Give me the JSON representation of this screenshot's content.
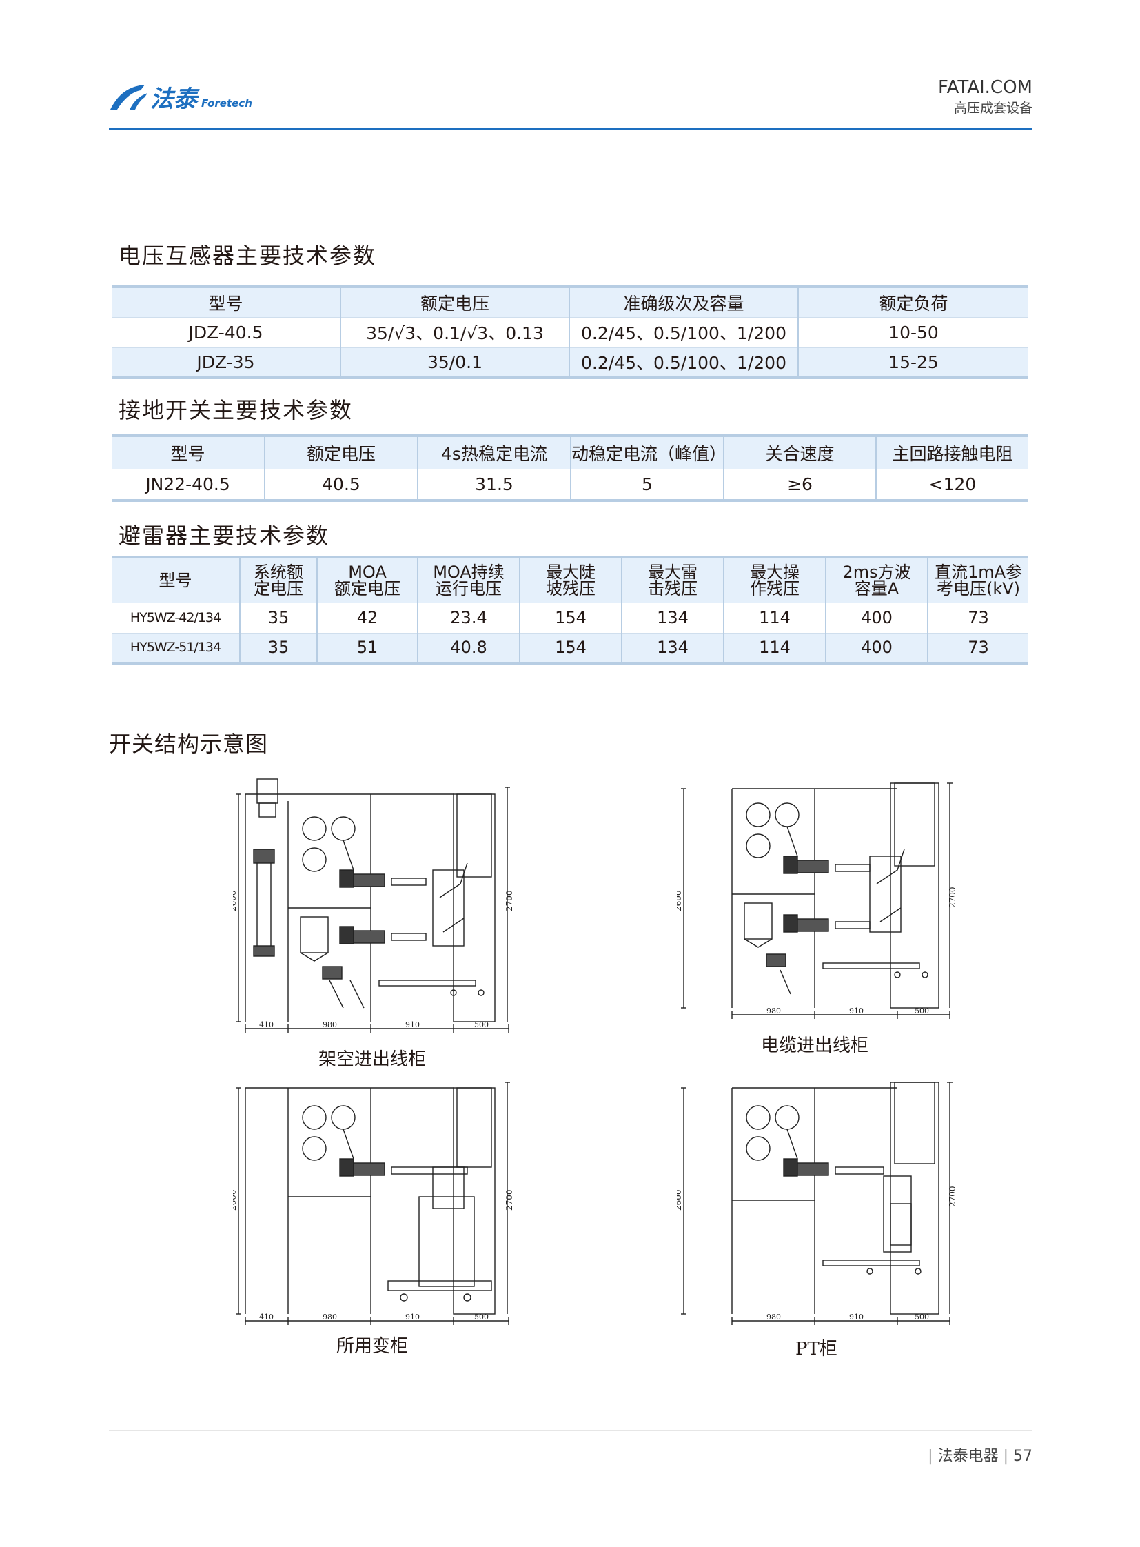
{
  "header": {
    "logo_cn": "法泰",
    "logo_en": "Foretech",
    "site": "FATAI.COM",
    "subtitle": "高压成套设备"
  },
  "section_vt": {
    "title": "电压互感器主要技术参数",
    "headers": [
      "型号",
      "额定电压",
      "准确级次及容量",
      "额定负荷"
    ],
    "rows": [
      [
        "JDZ-40.5",
        "35/√3、0.1/√3、0.13",
        "0.2/45、0.5/100、1/200",
        "10-50"
      ],
      [
        "JDZ-35",
        "35/0.1",
        "0.2/45、0.5/100、1/200",
        "15-25"
      ]
    ]
  },
  "section_es": {
    "title": "接地开关主要技术参数",
    "headers": [
      "型号",
      "额定电压",
      "4s热稳定电流",
      "动稳定电流（峰值）",
      "关合速度",
      "主回路接触电阻"
    ],
    "rows": [
      [
        "JN22-40.5",
        "40.5",
        "31.5",
        "5",
        "≥6",
        "<120"
      ]
    ]
  },
  "section_la": {
    "title": "避雷器主要技术参数",
    "headers": [
      [
        "型号"
      ],
      [
        "系统额",
        "定电压"
      ],
      [
        "MOA",
        "额定电压"
      ],
      [
        "MOA持续",
        "运行电压"
      ],
      [
        "最大陡",
        "坡残压"
      ],
      [
        "最大雷",
        "击残压"
      ],
      [
        "最大操",
        "作残压"
      ],
      [
        "2ms方波",
        "容量A"
      ],
      [
        "直流1mA参",
        "考电压(kV)"
      ]
    ],
    "rows": [
      [
        "HY5WZ-42/134",
        "35",
        "42",
        "23.4",
        "154",
        "134",
        "114",
        "400",
        "73"
      ],
      [
        "HY5WZ-51/134",
        "35",
        "51",
        "40.8",
        "154",
        "134",
        "114",
        "400",
        "73"
      ]
    ]
  },
  "section_struct": {
    "title": "开关结构示意图",
    "diagrams": [
      {
        "caption": "架空进出线柜",
        "height_left": "2600",
        "height_right": "2700",
        "dims": [
          "410",
          "980",
          "910",
          "500"
        ]
      },
      {
        "caption": "电缆进出线柜",
        "height_left": "2600",
        "height_right": "2700",
        "dims": [
          "980",
          "910",
          "500"
        ]
      },
      {
        "caption": "所用变柜",
        "height_left": "2600",
        "height_right": "2700",
        "dims": [
          "410",
          "980",
          "910",
          "500"
        ]
      },
      {
        "caption": "PT柜",
        "height_left": "2600",
        "height_right": "2700",
        "dims": [
          "980",
          "910",
          "500"
        ]
      }
    ]
  },
  "footer": {
    "text": "法泰电器",
    "page": "57"
  },
  "colors": {
    "brand_blue": "#1d6fc0",
    "table_header_bg": "#e5f0fb",
    "table_border": "#b7cde3"
  }
}
